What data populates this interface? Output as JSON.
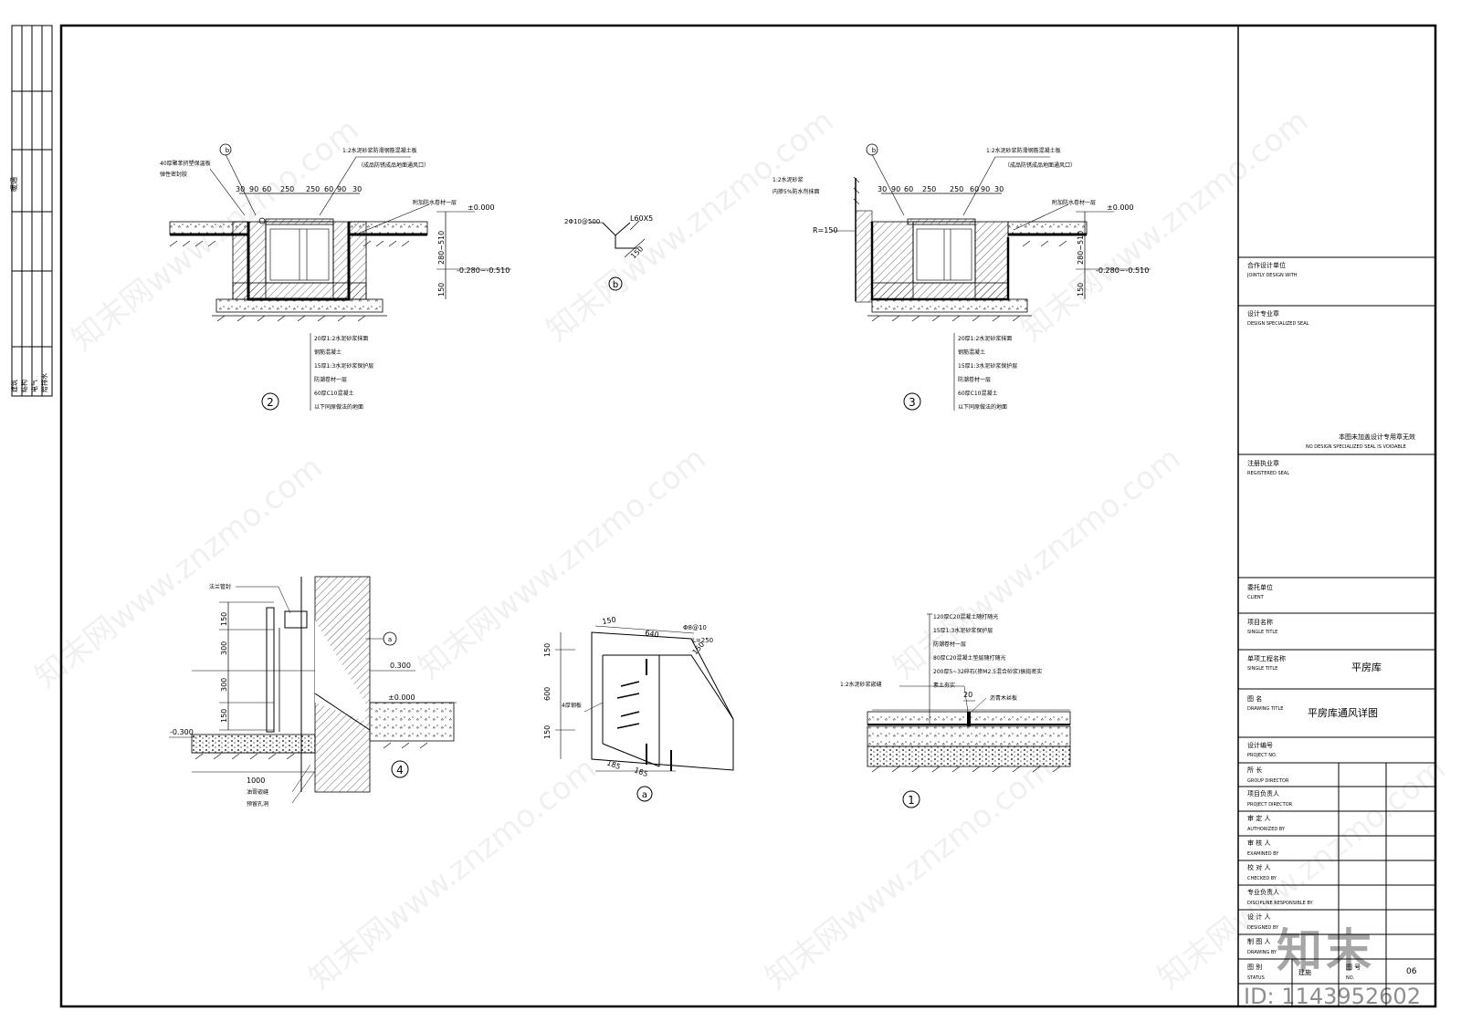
{
  "left_strip": {
    "top_label": "暖通",
    "disciplines": [
      "建筑",
      "结构",
      "电气",
      "给排水"
    ]
  },
  "detail2": {
    "tag": "b",
    "top_label_1": "1:2水泥砂浆防滑钢筋混凝土板",
    "top_label_2": "（成品防锈成品地面通风口）",
    "left_label_1": "40厚聚苯挤塑保温板",
    "left_label_2": "弹性密封胶",
    "right_label": "附加防水卷材一层",
    "dims_top": [
      "30",
      "90",
      "60",
      "250",
      "250",
      "60",
      "90",
      "30"
    ],
    "elev_top": "±0.000",
    "elev_bottom": "-0.280~-0.510",
    "dim_v1": "280~510",
    "dim_v2": "150",
    "layers": [
      "20厚1:2水泥砂浆抹面",
      "钢筋混凝土",
      "15厚1:3水泥砂浆保护层",
      "防潮卷材一层",
      "60厚C10混凝土",
      "以下同原做法的地面"
    ],
    "number": "2"
  },
  "detail3": {
    "tag": "b",
    "top_label_1": "1:2水泥砂浆防滑钢筋混凝土板",
    "top_label_2": "（成品防锈成品地面通风口）",
    "left_label_1": "1:2水泥砂浆",
    "left_label_2": "内掺5%防水剂抹面",
    "right_label": "附加防水卷材一层",
    "radius": "R=150",
    "dims_top": [
      "30",
      "90",
      "60",
      "250",
      "250",
      "60",
      "90",
      "30"
    ],
    "elev_top": "±0.000",
    "elev_bottom": "-0.280~-0.510",
    "dim_v1": "280~510",
    "dim_v2": "150",
    "layers": [
      "20厚1:2水泥砂浆抹面",
      "钢筋混凝土",
      "15厚1:3水泥砂浆保护层",
      "防潮卷材一层",
      "60厚C10混凝土",
      "以下同原做法的地面"
    ],
    "number": "3"
  },
  "detailb": {
    "rebar": "2Φ10@500",
    "angle": "L60X5",
    "dim": "150",
    "number": "b"
  },
  "detail4": {
    "label_top": "法兰管封",
    "tag": "a",
    "dims": [
      "150",
      "300",
      "300",
      "150"
    ],
    "elev1": "0.300",
    "elev2": "±0.000",
    "elev3": "-0.300",
    "dim_h": "1000",
    "label_b1": "油膏嵌缝",
    "label_b2": "预留孔洞",
    "number": "4"
  },
  "detaila": {
    "dims_top": [
      "150",
      "640",
      "150"
    ],
    "rebar": "Φ8@10",
    "length": "L=250",
    "dims_v": [
      "150",
      "600",
      "150"
    ],
    "dims_b": [
      "185",
      "185"
    ],
    "label": "4厚钢板",
    "number": "a"
  },
  "detail1": {
    "layers": [
      "120厚C20混凝土随打随光",
      "15厚1:3水泥砂浆保护层",
      "防潮卷材一层",
      "80厚C20混凝土垫层随打随光",
      "200厚5~32碎石(掺M2.5混合砂浆)振捣密实",
      "素土夯实"
    ],
    "left_label": "1:2水泥砂浆嵌缝",
    "right_label": "沥青木丝板",
    "dim": "20",
    "number": "1"
  },
  "title_block": {
    "joint_cn": "合作设计单位",
    "joint_en": "JOINTLY DESIGN WITH",
    "seal_cn": "设计专业章",
    "seal_en": "DESIGN SPECIALIZED SEAL",
    "void_cn": "本图未加盖设计专用章无效",
    "void_en": "NO DESIGN SPECIALIZED SEAL IS VOIDABLE",
    "reg_cn": "注册执业章",
    "reg_en": "REGISTERED SEAL",
    "client_cn": "委托单位",
    "client_en": "CLIENT",
    "proj_cn": "项目名称",
    "proj_en": "SINGLE TITLE",
    "single_cn": "单项工程名称",
    "single_en": "SINGLE TITLE",
    "single_value": "平房库",
    "drawing_cn": "图 名",
    "drawing_en": "DRAWING TITLE",
    "drawing_value": "平房库通风详图",
    "projno_cn": "设计编号",
    "projno_en": "PROJECT NO.",
    "roles": [
      {
        "cn": "所  长",
        "en": "GROUP DIRECTOR"
      },
      {
        "cn": "项目负责人",
        "en": "PROJECT DIRECTOR"
      },
      {
        "cn": "审 定 人",
        "en": "AUTHORIZED BY"
      },
      {
        "cn": "审 核 人",
        "en": "EXAMINED BY"
      },
      {
        "cn": "校 对 人",
        "en": "CHECKED BY"
      },
      {
        "cn": "专业负责人",
        "en": "DISCIPLINE RESPONSIBLE BY"
      },
      {
        "cn": "设 计 人",
        "en": "DESIGNED BY"
      },
      {
        "cn": "制 图 人",
        "en": "DRAWING BY"
      }
    ],
    "status_cn": "图 别",
    "status_en": "STATUS",
    "status_value": "建施",
    "no_cn": "图 号",
    "no_en": "NO.",
    "no_value": "06"
  },
  "watermark": {
    "text": "知末网www.znzmo.com",
    "logo": "知末",
    "id": "ID: 1143952602"
  }
}
